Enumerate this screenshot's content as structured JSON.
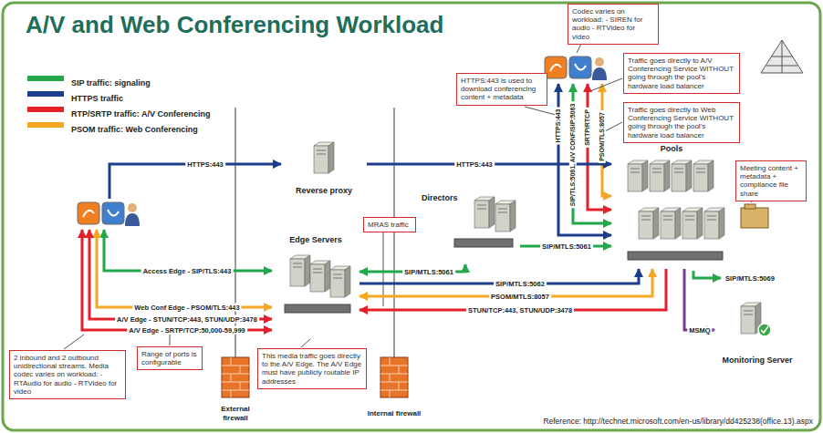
{
  "diagram": {
    "title": "A/V and Web Conferencing Workload",
    "nodes": [
      {
        "text": [
          "Reverse proxy"
        ]
      },
      {
        "text": [
          "Edge Servers"
        ]
      },
      {
        "text": [
          "Directors"
        ]
      },
      {
        "text": [
          "Pools"
        ]
      },
      {
        "text": [
          "Monitoring Server"
        ]
      },
      {
        "text": [
          "2 inbound and 2 outbound unidirectional streams. Media codec varies on workload: - RTAudio for audio - RTVideo for video"
        ]
      },
      {
        "text": [
          "Range of ports is configurable"
        ]
      },
      {
        "text": [
          "This media traffic goes directly to the A/V Edge. The A/V Edge must have publicly routable IP addresses"
        ]
      },
      {
        "text": [
          "MRAS traffic"
        ]
      },
      {
        "text": [
          "HTTPS:443 is used to download conferencing content + metadata"
        ]
      },
      {
        "text": [
          "Codec varies on workload: - SIREN for audio - RTVideo for video"
        ]
      },
      {
        "text": [
          "Traffic goes directly to A/V Conferencing Service WITHOUT going through the pool's hardware load balancer"
        ]
      },
      {
        "text": [
          "Traffic goes directly to Web Conferencing Service WITHOUT going through the pool's hardware load balancer"
        ]
      },
      {
        "text": [
          "Meeting content + metadata + compliance file share"
        ]
      }
    ],
    "edges": [
      {
        "from": 0,
        "to": 3,
        "label": "HTTPS:443",
        "arrow": "to"
      },
      {
        "from": 1,
        "to": 2,
        "label": "SIP/MTLS:5061",
        "arrow": "both"
      },
      {
        "from": 2,
        "to": 3,
        "label": "SIP/MTLS:5061",
        "arrow": "to"
      },
      {
        "from": 1,
        "to": 3,
        "label": "SIP/MTLS:5062",
        "arrow": "to"
      },
      {
        "from": 1,
        "to": 3,
        "label": "PSOM/MTLS:8057",
        "arrow": "both"
      },
      {
        "from": 3,
        "to": 1,
        "label": "STUN/TCP:443, STUN/UDP:3478",
        "arrow": "to"
      },
      {
        "from": 3,
        "to": 4,
        "label": "MSMQ",
        "arrow": "to"
      }
    ],
    "labels": [
      "HTTPS:443",
      "Access Edge - SIP/TLS:443",
      "Web Conf Edge - PSOM/TLS:443",
      "A/V Edge - STUN/TCP:443, STUN/UDP:3478",
      "A/V Edge - SRTP/TCP:50,000-59,999",
      "HTTPS:443",
      "SIP/TLS:5061, A/V CONF/SIP:5063",
      "SRTP/RTCP",
      "PSOM/TLS:8057",
      "SIP/MTLS:5069",
      "External firewall",
      "Internal firewall",
      "Reference: http://technet.microsoft.com/en-us/library/dd425238(office.13).aspx"
    ],
    "legend": [
      {
        "text": "SIP traffic: signaling",
        "color": "#22a84a"
      },
      {
        "text": "HTTPS traffic",
        "color": "#1c3d8c"
      },
      {
        "text": "RTP/SRTP traffic: A/V Conferencing",
        "color": "#e4202a"
      },
      {
        "text": "PSOM traffic: Web Conferencing",
        "color": "#f5a623"
      }
    ]
  }
}
